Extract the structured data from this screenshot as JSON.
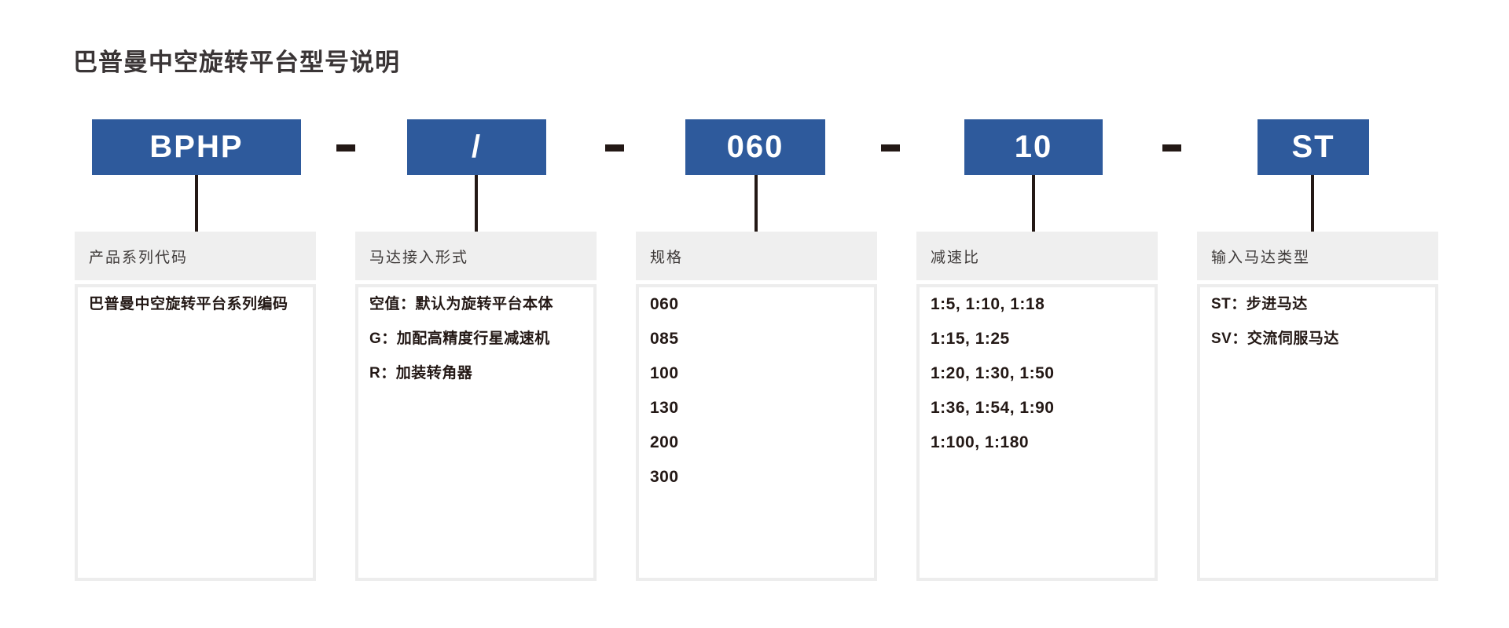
{
  "page": {
    "title": "巴普曼中空旋转平台型号说明"
  },
  "colors": {
    "accent_blue": "#2e5a9c",
    "ink_black": "#231815",
    "header_gray_bg": "#efefef",
    "border_gray": "#ededed",
    "header_text": "#3e3a39"
  },
  "model_code": {
    "separator": "-",
    "segments": [
      {
        "code": "BPHP",
        "label": "产品系列代码",
        "lines": [
          "巴普曼中空旋转平台系列编码"
        ]
      },
      {
        "code": "/",
        "label": "马达接入形式",
        "lines": [
          "空值：默认为旋转平台本体",
          "G：加配高精度行星减速机",
          "R：加装转角器"
        ]
      },
      {
        "code": "060",
        "label": "规格",
        "lines": [
          "060",
          "085",
          "100",
          "130",
          "200",
          "300"
        ]
      },
      {
        "code": "10",
        "label": "减速比",
        "lines": [
          "1:5, 1:10, 1:18",
          "1:15, 1:25",
          "1:20, 1:30, 1:50",
          "1:36, 1:54, 1:90",
          "1:100, 1:180"
        ]
      },
      {
        "code": "ST",
        "label": "输入马达类型",
        "lines": [
          "ST：步进马达",
          "SV：交流伺服马达"
        ]
      }
    ]
  }
}
